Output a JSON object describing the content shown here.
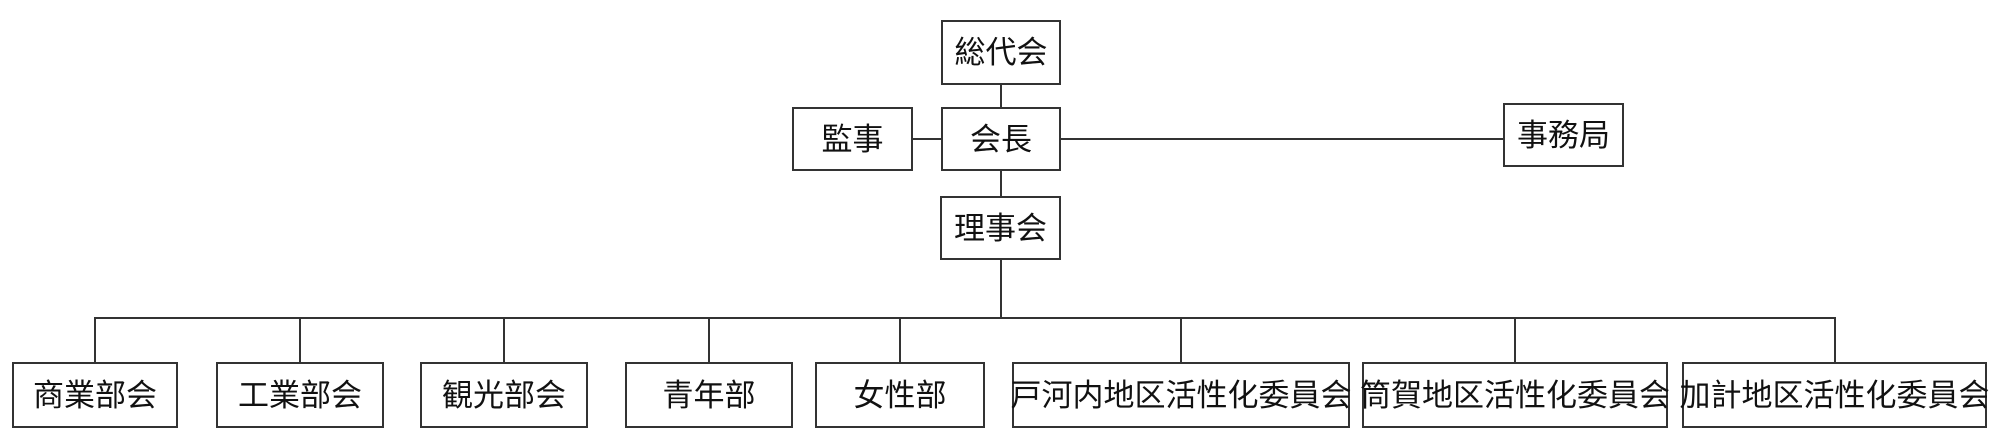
{
  "diagram": {
    "type": "organization-chart",
    "nodes": {
      "general_assembly": "総代会",
      "auditor": "監事",
      "chairman": "会長",
      "secretariat": "事務局",
      "board_of_directors": "理事会",
      "departments": [
        "商業部会",
        "工業部会",
        "観光部会",
        "青年部",
        "女性部",
        "戸河内地区活性化委員会",
        "筒賀地区活性化委員会",
        "加計地区活性化委員会"
      ]
    },
    "colors": {
      "border": "#333333",
      "line": "#333333",
      "background": "#ffffff",
      "text": "#111111"
    }
  }
}
